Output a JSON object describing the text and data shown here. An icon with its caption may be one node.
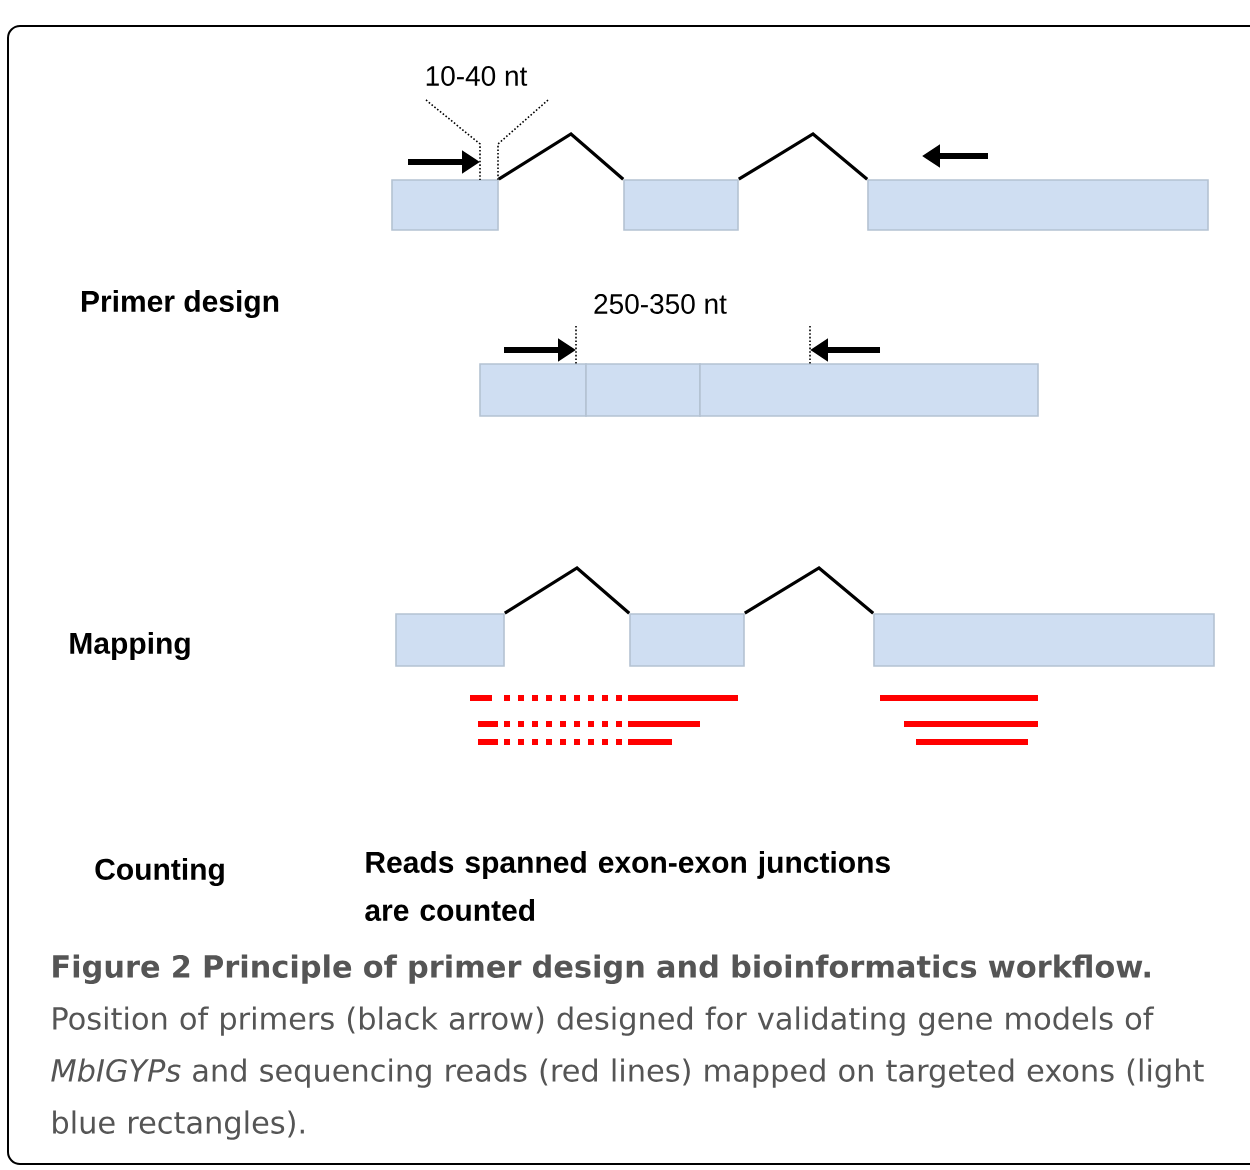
{
  "diagram": {
    "caption": "**Figure 2 Principle of primer design and bioinformatics workflow.** Position of primers (black arrow) designed for validating gene models of *MbIGYPs* and sequencing reads (red lines) mapped on targeted exons (light blue rectangles).",
    "nodes": [
      {
        "text": [],
        "shape": "box"
      },
      {
        "text": [],
        "shape": "box"
      },
      {
        "text": [],
        "shape": "box"
      },
      {
        "text": [],
        "shape": "box"
      },
      {
        "text": [],
        "shape": "box"
      },
      {
        "text": [],
        "shape": "box"
      },
      {
        "text": [],
        "shape": "box"
      },
      {
        "text": [],
        "shape": "box"
      },
      {
        "text": [],
        "shape": "box"
      }
    ],
    "edges": [
      {
        "from": 0,
        "to": 1,
        "arrow": "none"
      },
      {
        "from": 1,
        "to": 2,
        "arrow": "none"
      },
      {
        "from": 6,
        "to": 7,
        "arrow": "none"
      },
      {
        "from": 7,
        "to": 8,
        "arrow": "none"
      }
    ],
    "labels": [
      "10-40 nt",
      "Primer design",
      "250-350 nt",
      "Mapping",
      "Counting",
      "Reads spanned exon-exon junctions are counted"
    ]
  }
}
